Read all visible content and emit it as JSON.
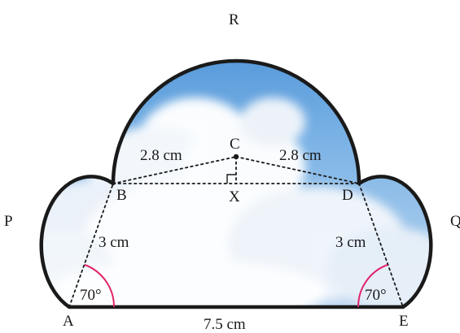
{
  "figure": {
    "points": {
      "R": "R",
      "P": "P",
      "Q": "Q",
      "A": "A",
      "B": "B",
      "C": "C",
      "D": "D",
      "E": "E",
      "X": "X"
    },
    "lengths": {
      "BC": "2.8 cm",
      "CD": "2.8 cm",
      "AB": "3 cm",
      "DE": "3 cm",
      "AE": "7.5 cm"
    },
    "angles": {
      "A": "70°",
      "E": "70°"
    },
    "colors": {
      "outline": "#1a1a1a",
      "angle_marker": "#e0256a",
      "sky_top": "#4f97d9",
      "sky_bottom": "#bcd8f1",
      "cloud": "#ffffff"
    }
  }
}
